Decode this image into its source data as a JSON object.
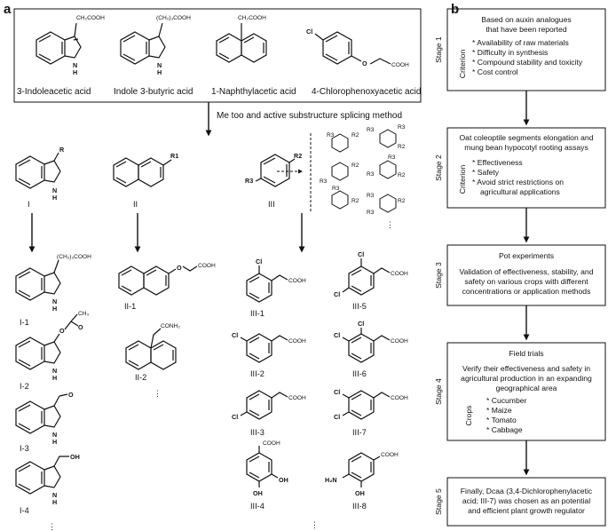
{
  "panels": {
    "a": "a",
    "b": "b"
  },
  "auxins": [
    {
      "name": "3-Indoleacetic acid",
      "group": "CH₂COOH"
    },
    {
      "name": "Indole 3-butyric acid",
      "group": "(CH₂)₃COOH"
    },
    {
      "name": "1-Naphthylacetic acid",
      "group": "CH₂COOH"
    },
    {
      "name": "4-Chlorophenoxyacetic acid",
      "cl": "Cl",
      "group": "COOH"
    }
  ],
  "method": "Me too and active substructure splicing method",
  "scaffolds": {
    "I": {
      "label": "I",
      "r": "R",
      "nh": "N\nH"
    },
    "II": {
      "label": "II",
      "r": "R1"
    },
    "III": {
      "label": "III",
      "r2": "R2",
      "r3": "R3"
    }
  },
  "atoms": {
    "R2": "R2",
    "R3": "R3",
    "Cl": "Cl",
    "COOH": "COOH",
    "OH": "OH",
    "O": "O",
    "N": "N",
    "H": "H",
    "H2N": "H₂N",
    "CH3": "CH₃",
    "CONH2": "CONH₂",
    "CH2_3COOH": "(CH₂)₃COOH"
  },
  "compounds": {
    "I1": "I-1",
    "I2": "I-2",
    "I3": "I-3",
    "I4": "I-4",
    "II1": "II-1",
    "II2": "II-2",
    "III1": "III-1",
    "III2": "III-2",
    "III3": "III-3",
    "III4": "III-4",
    "III5": "III-5",
    "III6": "III-6",
    "III7": "III-7",
    "III8": "III-8"
  },
  "dots": "⋮",
  "stages": [
    {
      "label": "Stage 1",
      "title_lines": [
        "Based on auxin analogues",
        "that have been reported"
      ],
      "side": "Criterion",
      "items": [
        "* Availability of raw materials",
        "* Difficulty in synthesis",
        "* Compound stability and toxicity",
        "* Cost control"
      ]
    },
    {
      "label": "Stage 2",
      "title_lines": [
        "Oat coleoptile segments elongation and",
        "mung bean hypocotyl rooting assays"
      ],
      "side": "Criterion",
      "items": [
        "* Effectiveness",
        "* Safety",
        "* Avoid strict restrictions on",
        "agricultural applications"
      ]
    },
    {
      "label": "Stage 3",
      "title_lines": [
        "Pot experiments"
      ],
      "body_lines": [
        "Validation of effectiveness, stability, and",
        "safety on various crops with different",
        "concentrations or application methods"
      ]
    },
    {
      "label": "Stage 4",
      "title_lines": [
        "Field trials"
      ],
      "side": "Crops",
      "body_lines": [
        "Verify their effectiveness and safety in",
        "agricultural production in an expanding",
        "geographical area"
      ],
      "items": [
        "* Cucumber",
        "* Maize",
        "* Tomato",
        "* Cabbage"
      ]
    },
    {
      "label": "Stage 5",
      "body_lines": [
        "Finally, Dcaa (3,4-Dichlorophenylacetic",
        "acid; III-7) was chosen as an potential",
        "and efficient plant growth regulator"
      ]
    }
  ]
}
